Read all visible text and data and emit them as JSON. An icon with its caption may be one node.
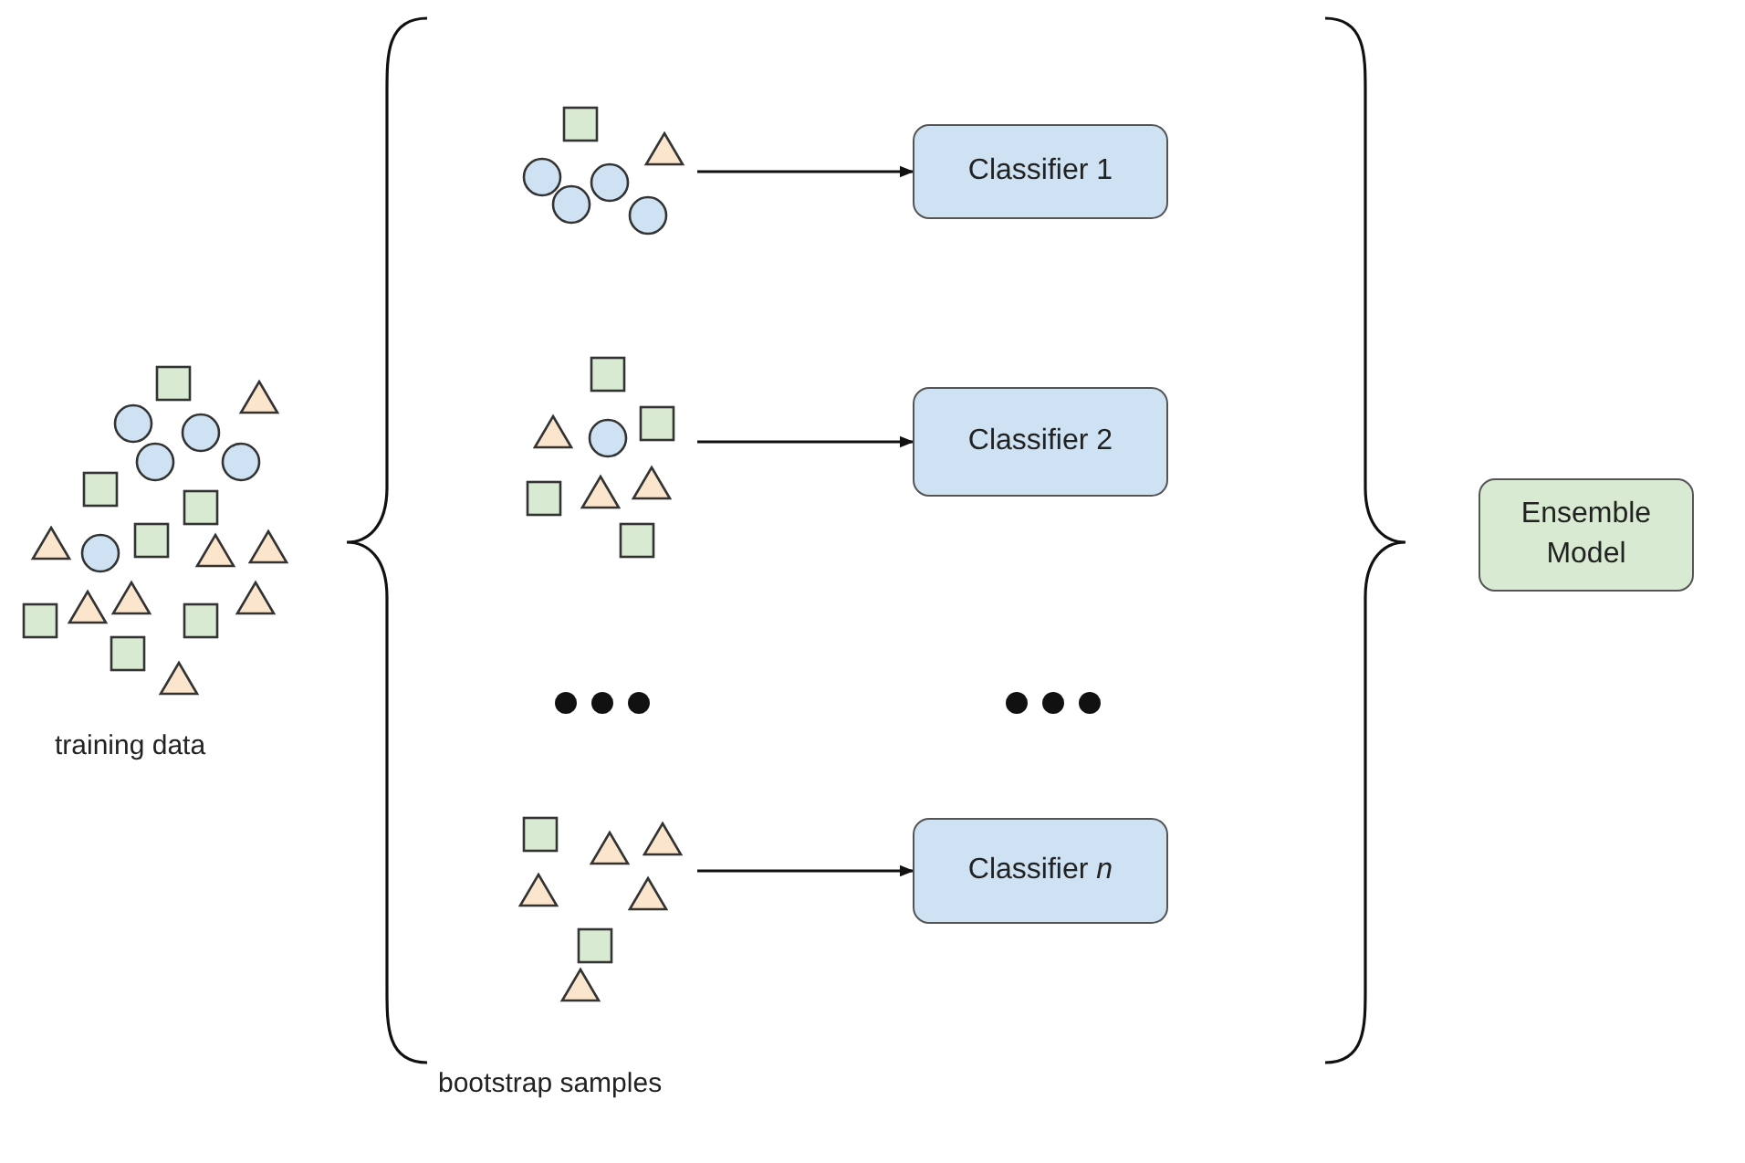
{
  "diagram": {
    "nodes": [
      {
        "text": [],
        "shape": "picture"
      },
      {
        "text": [
          "Classifier 1"
        ]
      },
      {
        "text": [],
        "shape": "picture"
      },
      {
        "text": [
          "Classifier 2"
        ]
      },
      {
        "text": [],
        "shape": "picture"
      },
      {
        "text": [
          "Classifier *n*"
        ]
      },
      {
        "text": [
          "Ensemble Model"
        ]
      }
    ],
    "edges": [
      {
        "from": 0,
        "to": 1,
        "arrow": "to"
      },
      {
        "from": 2,
        "to": 3,
        "arrow": "to"
      },
      {
        "from": 4,
        "to": 5,
        "arrow": "to"
      }
    ],
    "labels": [
      "training data",
      "bootstrap samples"
    ]
  }
}
